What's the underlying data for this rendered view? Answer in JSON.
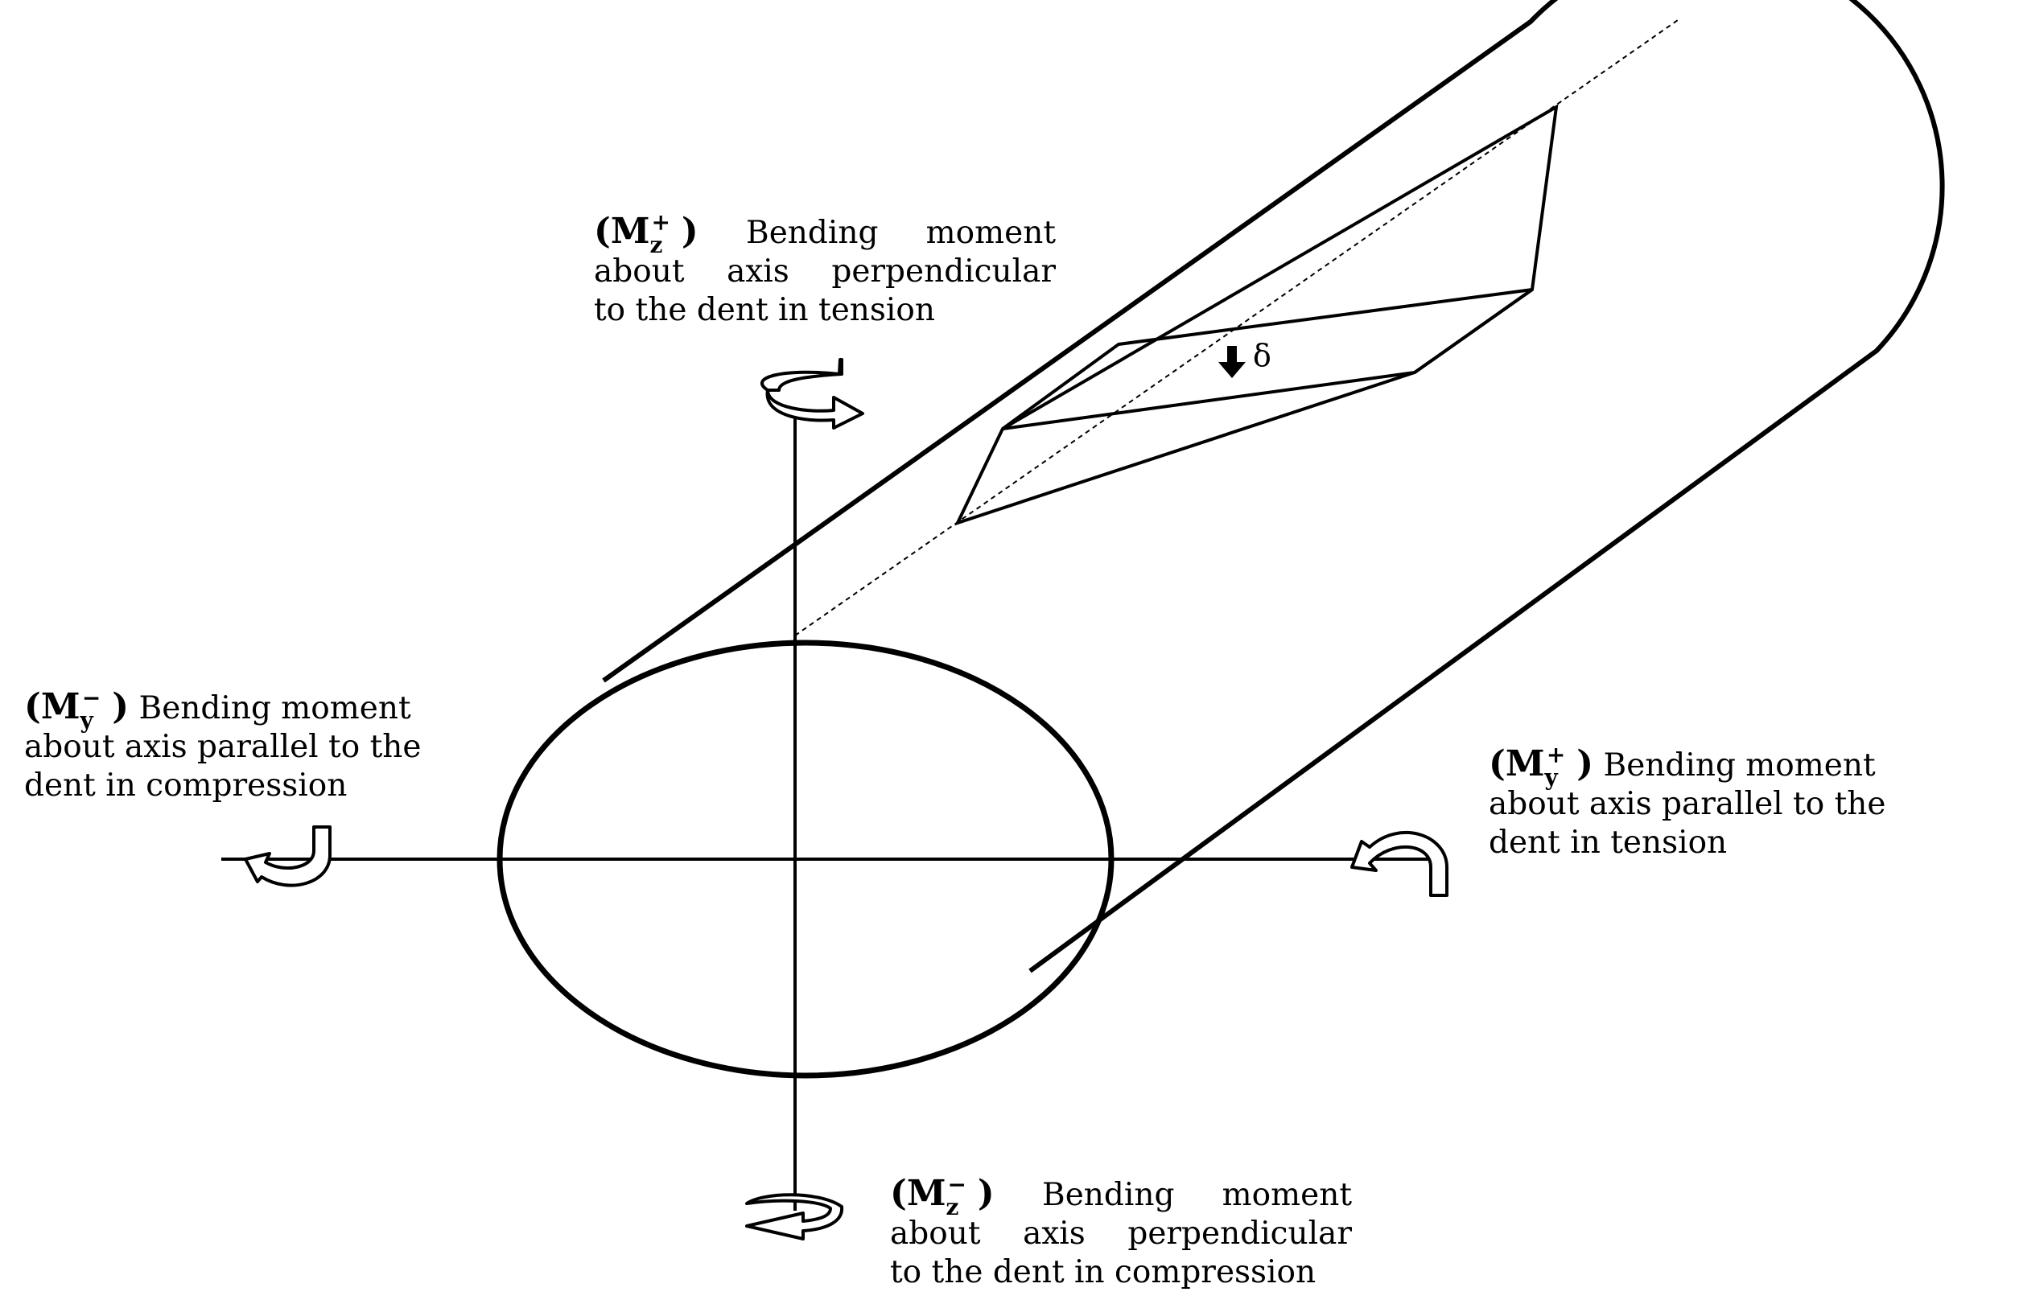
{
  "labels": {
    "mz_plus": {
      "symbol": "M",
      "sub": "z",
      "sup": "+",
      "line1": "Bending moment",
      "line2": "about axis perpendicular",
      "line3": "to the dent in tension"
    },
    "my_minus": {
      "symbol": "M",
      "sub": "y",
      "sup": "−",
      "line1": "Bending moment",
      "line2": "about axis parallel to the",
      "line3": "dent in compression"
    },
    "my_plus": {
      "symbol": "M",
      "sub": "y",
      "sup": "+",
      "line1": "Bending moment",
      "line2": "about axis parallel to the",
      "line3": "dent in tension"
    },
    "mz_minus": {
      "symbol": "M",
      "sub": "z",
      "sup": "−",
      "line1": "Bending moment",
      "line2": "about axis perpendicular",
      "line3": "to the dent in compression"
    },
    "dent_depth": "δ"
  },
  "icons": {
    "moment_arrow": "curved-arrow-icon",
    "dent_arrow": "arrow-down-icon"
  },
  "colors": {
    "stroke": "#000000",
    "background": "#ffffff"
  }
}
